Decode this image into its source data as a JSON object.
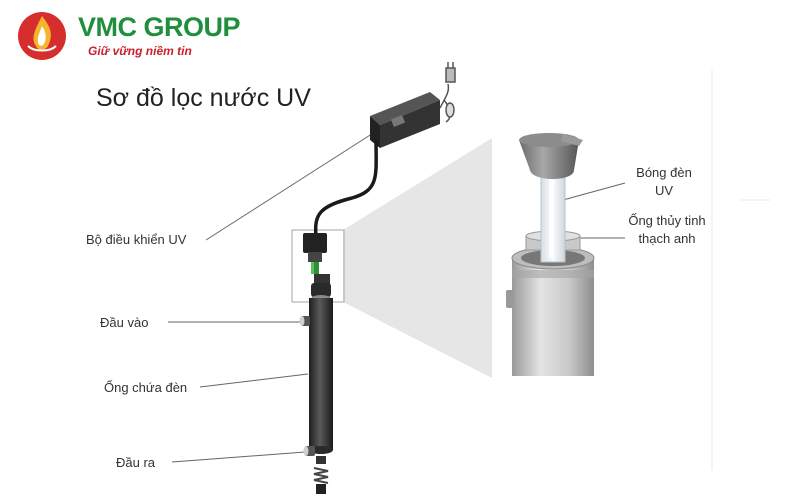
{
  "brand": {
    "name": "VMC GROUP",
    "tagline": "Giữ vững niềm tin",
    "colors": {
      "green": "#1f8f3e",
      "red": "#c8202f",
      "orange": "#f39c12"
    }
  },
  "diagram": {
    "title": "Sơ đồ lọc nước UV",
    "labels": {
      "controller": "Bộ điều khiển UV",
      "inlet": "Đầu vào",
      "lamp_chamber": "Ống chứa đèn",
      "outlet": "Đầu ra",
      "uv_bulb_line1": "Bóng đèn",
      "uv_bulb_line2": "UV",
      "quartz_line1": "Ống thủy tinh",
      "quartz_line2": "thạch anh"
    }
  }
}
